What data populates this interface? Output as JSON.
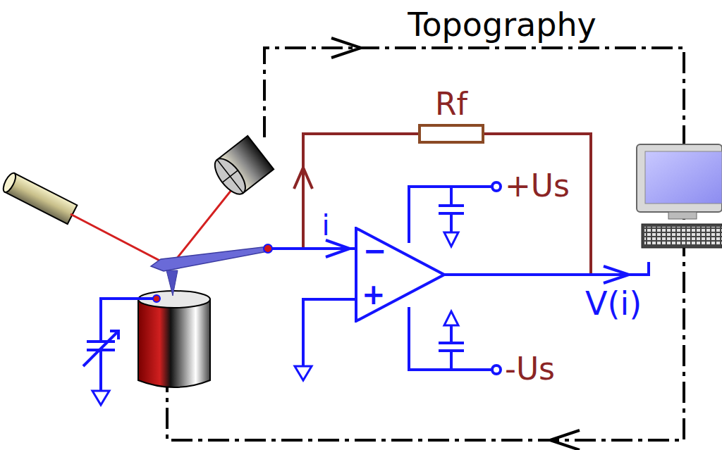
{
  "diagram": {
    "nodes": [
      {
        "text": [
          "−",
          "+"
        ]
      }
    ],
    "labels": [
      "Topography",
      "Rf",
      "i",
      "+Us",
      "-Us",
      "V(i)"
    ]
  }
}
